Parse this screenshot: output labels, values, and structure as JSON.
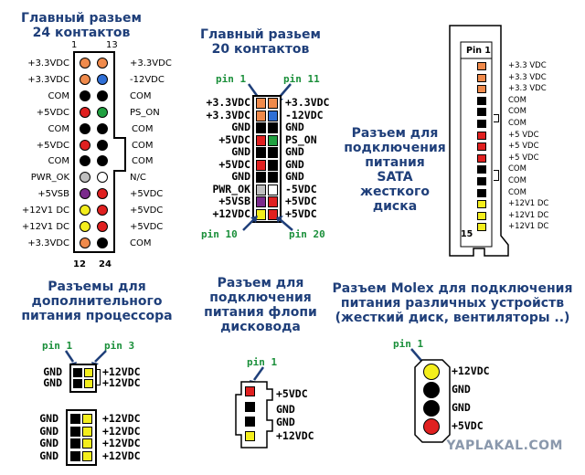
{
  "section_24": {
    "title_line1": "Главный разьем",
    "title_line2": "24 контактов",
    "pin_top_left": "1",
    "pin_top_right": "13",
    "pin_bottom_left": "12",
    "pin_bottom_right": "24",
    "left_labels": [
      "+3.3VDC",
      "+3.3VDC",
      "COM",
      "+5VDC",
      "COM",
      "+5VDC",
      "COM",
      "PWR_OK",
      "+5VSB",
      "+12V1 DC",
      "+12V1 DC",
      "+3.3VDC"
    ],
    "right_labels": [
      "+3.3VDC",
      "-12VDC",
      "COM",
      "PS_ON",
      "COM",
      "COM",
      "COM",
      "N/C",
      "+5VDC",
      "+5VDC",
      "+5VDC",
      "COM"
    ],
    "left_colors": [
      "#f08a4b",
      "#f08a4b",
      "#000000",
      "#e02020",
      "#000000",
      "#e02020",
      "#000000",
      "#bfbfbf",
      "#7a2a8c",
      "#f4ee1c",
      "#f4ee1c",
      "#f08a4b"
    ],
    "right_colors": [
      "#f08a4b",
      "#2f6fd6",
      "#000000",
      "#20a040",
      "#000000",
      "#000000",
      "#000000",
      "#ffffff",
      "#e02020",
      "#e02020",
      "#e02020",
      "#000000"
    ]
  },
  "section_20": {
    "title_line1": "Главный разьем",
    "title_line2": "20 контактов",
    "pin1": "pin 1",
    "pin11": "pin 11",
    "pin10": "pin 10",
    "pin20": "pin 20",
    "left_labels": [
      "+3.3VDC",
      "+3.3VDC",
      "GND",
      "+5VDC",
      "GND",
      "+5VDC",
      "GND",
      "PWR_OK",
      "+5VSB",
      "+12VDC"
    ],
    "right_labels": [
      "+3.3VDC",
      "-12VDC",
      "GND",
      "PS_ON",
      "GND",
      "GND",
      "GND",
      "-5VDC",
      "+5VDC",
      "+5VDC"
    ],
    "left_colors": [
      "#f08a4b",
      "#f08a4b",
      "#000000",
      "#e02020",
      "#000000",
      "#e02020",
      "#000000",
      "#bfbfbf",
      "#7a2a8c",
      "#f4ee1c"
    ],
    "right_colors": [
      "#f08a4b",
      "#2f6fd6",
      "#000000",
      "#20a040",
      "#000000",
      "#000000",
      "#000000",
      "#ffffff",
      "#e02020",
      "#e02020"
    ]
  },
  "sata": {
    "title_lines": [
      "Разъем для",
      "подключения",
      "питания",
      "SATA",
      "жесткого",
      "диска"
    ],
    "pin1": "Pin 1",
    "pin15": "15",
    "labels": [
      "+3.3 VDC",
      "+3.3 VDC",
      "+3.3 VDC",
      "COM",
      "COM",
      "COM",
      "+5 VDC",
      "+5 VDC",
      "+5 VDC",
      "COM",
      "COM",
      "COM",
      "+12V1 DC",
      "+12V1 DC",
      "+12V1 DC"
    ],
    "colors": [
      "#f08a4b",
      "#f08a4b",
      "#f08a4b",
      "#000000",
      "#000000",
      "#000000",
      "#e02020",
      "#e02020",
      "#e02020",
      "#000000",
      "#000000",
      "#000000",
      "#f4ee1c",
      "#f4ee1c",
      "#f4ee1c"
    ]
  },
  "cpu": {
    "title_lines": [
      "Разъемы для",
      "дополнительного",
      "питания процессора"
    ],
    "pin1": "pin 1",
    "pin3": "pin 3",
    "four_left": [
      "GND",
      "GND"
    ],
    "four_right": [
      "+12VDC",
      "+12VDC"
    ],
    "eight_left": [
      "GND",
      "GND",
      "GND",
      "GND"
    ],
    "eight_right": [
      "+12VDC",
      "+12VDC",
      "+12VDC",
      "+12VDC"
    ]
  },
  "floppy": {
    "title_lines": [
      "Разъем для",
      "подключения",
      "питания флопи",
      "дисковода"
    ],
    "pin1": "pin 1",
    "labels": [
      "+5VDC",
      "GND",
      "GND",
      "+12VDC"
    ],
    "colors": [
      "#e02020",
      "#000000",
      "#000000",
      "#f4ee1c"
    ]
  },
  "molex": {
    "title_lines": [
      "Разъем Molex для подключения",
      "питания различных устройств",
      "(жесткий диск, вентиляторы ..)"
    ],
    "pin1": "pin 1",
    "labels": [
      "+12VDC",
      "GND",
      "GND",
      "+5VDC"
    ],
    "colors": [
      "#f4ee1c",
      "#000000",
      "#000000",
      "#e02020"
    ]
  },
  "watermark": "YAPLAKAL.COM",
  "colors": {
    "title": "#1f3f7a",
    "pin_label": "#1a8f3a",
    "arrow": "#1f3f7a"
  }
}
